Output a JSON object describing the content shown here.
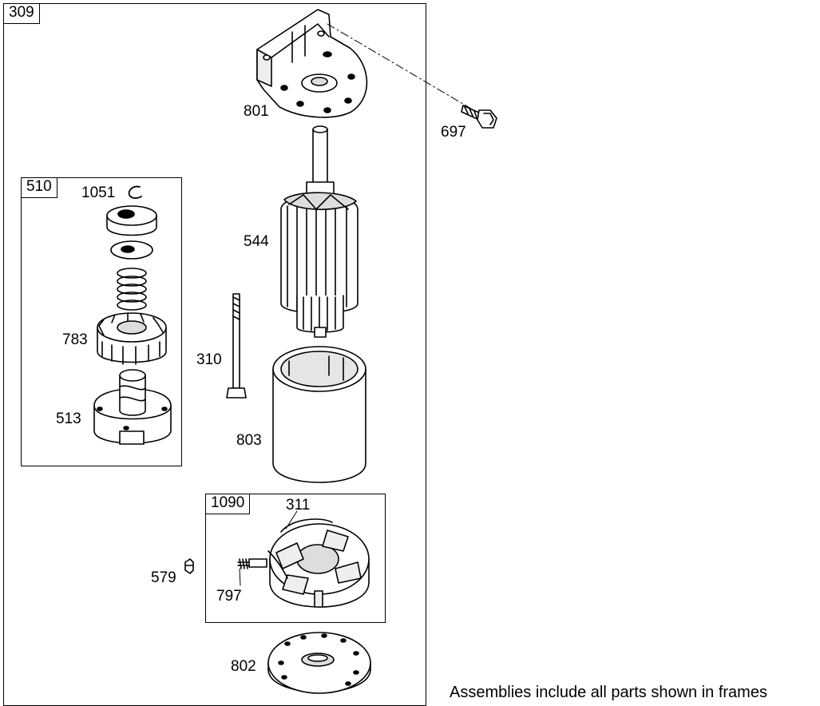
{
  "frames": {
    "starter": "309",
    "drive": "510",
    "brush": "1090"
  },
  "parts": {
    "p801": "801",
    "p697": "697",
    "p1051": "1051",
    "p544": "544",
    "p783": "783",
    "p310": "310",
    "p513": "513",
    "p803": "803",
    "p311": "311",
    "p579": "579",
    "p797": "797",
    "p802": "802"
  },
  "note": "Assemblies include all parts shown in frames",
  "icons": [
    "bracket",
    "bolt",
    "retaining-ring",
    "stop-gear",
    "thrust-washer",
    "spring",
    "pinion-gear",
    "drive-housing",
    "armature",
    "through-bolt",
    "frame-housing",
    "brush-assembly",
    "terminal-nut",
    "end-cap"
  ]
}
